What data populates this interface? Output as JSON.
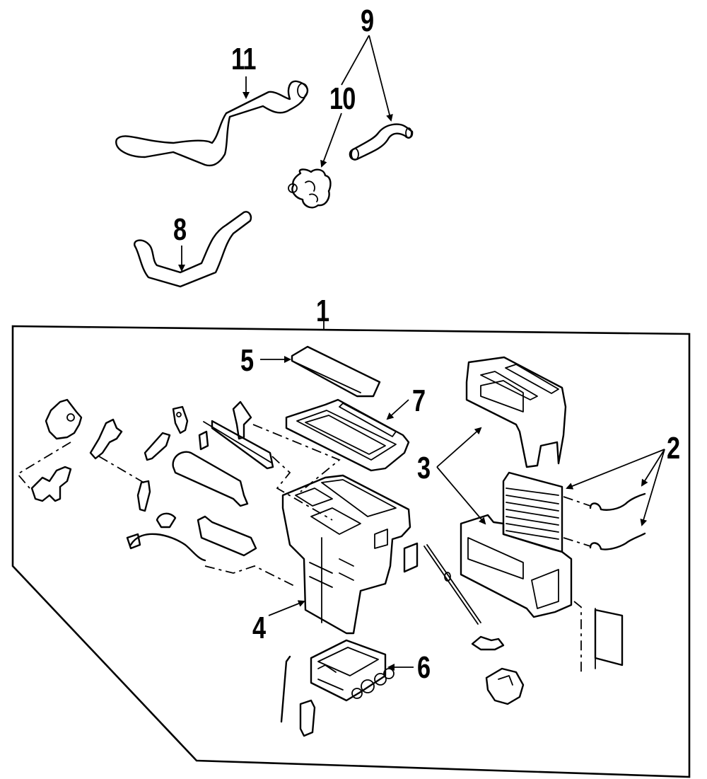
{
  "diagram": {
    "title": "Heater / A-C Case Assembly (exploded parts view)",
    "style": "black line art on white",
    "colors": {
      "line": "#000000",
      "background": "#ffffff"
    },
    "callouts": [
      {
        "id": "1",
        "label": "1",
        "part": "case-assembly-frame"
      },
      {
        "id": "2",
        "label": "2",
        "part": "heater-core-and-tubes"
      },
      {
        "id": "3",
        "label": "3",
        "part": "case-halves"
      },
      {
        "id": "4",
        "label": "4",
        "part": "lower-case"
      },
      {
        "id": "5",
        "label": "5",
        "part": "seal-pad"
      },
      {
        "id": "6",
        "label": "6",
        "part": "outlet-housing"
      },
      {
        "id": "7",
        "label": "7",
        "part": "top-gasket"
      },
      {
        "id": "8",
        "label": "8",
        "part": "lower-hose"
      },
      {
        "id": "9",
        "label": "9",
        "part": "short-hose"
      },
      {
        "id": "10",
        "label": "10",
        "part": "control-valve"
      },
      {
        "id": "11",
        "label": "11",
        "part": "upper-hose"
      }
    ]
  }
}
